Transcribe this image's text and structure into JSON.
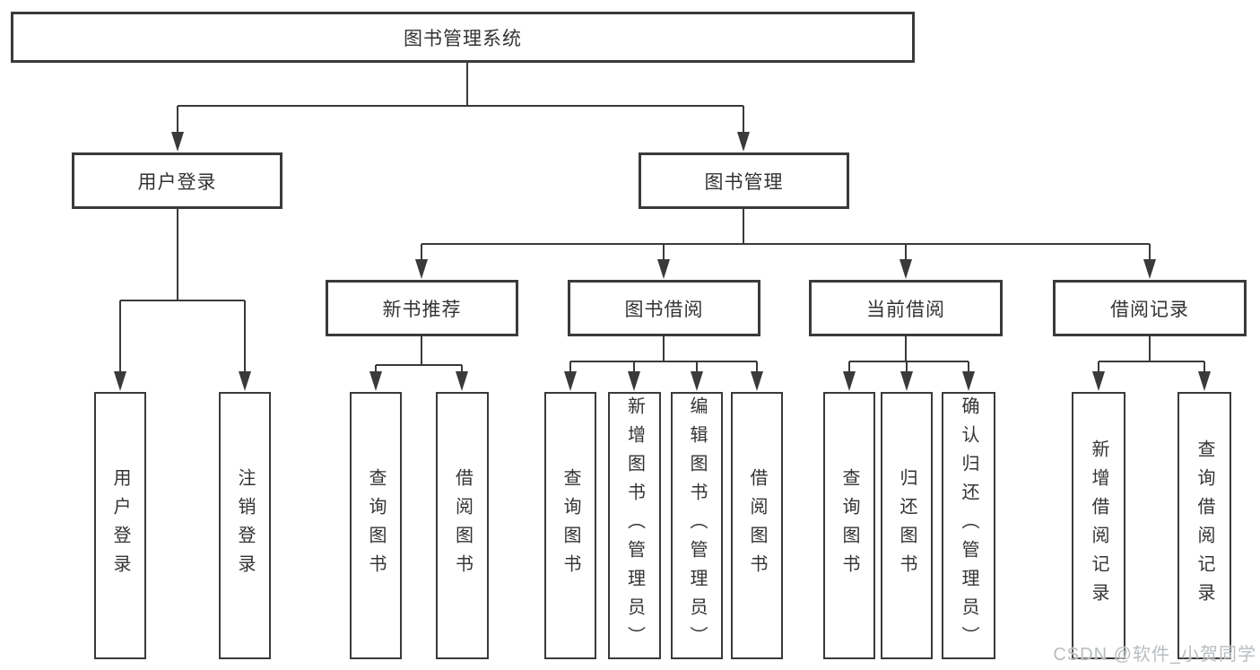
{
  "diagram": {
    "root": {
      "label": "图书管理系统"
    },
    "branches": [
      {
        "label": "用户登录",
        "children": [
          {
            "label": "用户登录"
          },
          {
            "label": "注销登录"
          }
        ]
      },
      {
        "label": "图书管理",
        "children": [
          {
            "label": "新书推荐",
            "children": [
              {
                "label": "查询图书"
              },
              {
                "label": "借阅图书"
              }
            ]
          },
          {
            "label": "图书借阅",
            "children": [
              {
                "label": "查询图书"
              },
              {
                "label": "新增图书（管理员）"
              },
              {
                "label": "编辑图书（管理员）"
              },
              {
                "label": "借阅图书"
              }
            ]
          },
          {
            "label": "当前借阅",
            "children": [
              {
                "label": "查询图书"
              },
              {
                "label": "归还图书"
              },
              {
                "label": "确认归还（管理员）"
              }
            ]
          },
          {
            "label": "借阅记录",
            "children": [
              {
                "label": "新增借阅记录"
              },
              {
                "label": "查询借阅记录"
              }
            ]
          }
        ]
      }
    ]
  },
  "watermark": {
    "text": "CSDN @软件_小贺同学"
  },
  "colors": {
    "line": "#3a3a3a",
    "text": "#333333",
    "background": "#ffffff",
    "watermark": "#b9bdc0"
  }
}
